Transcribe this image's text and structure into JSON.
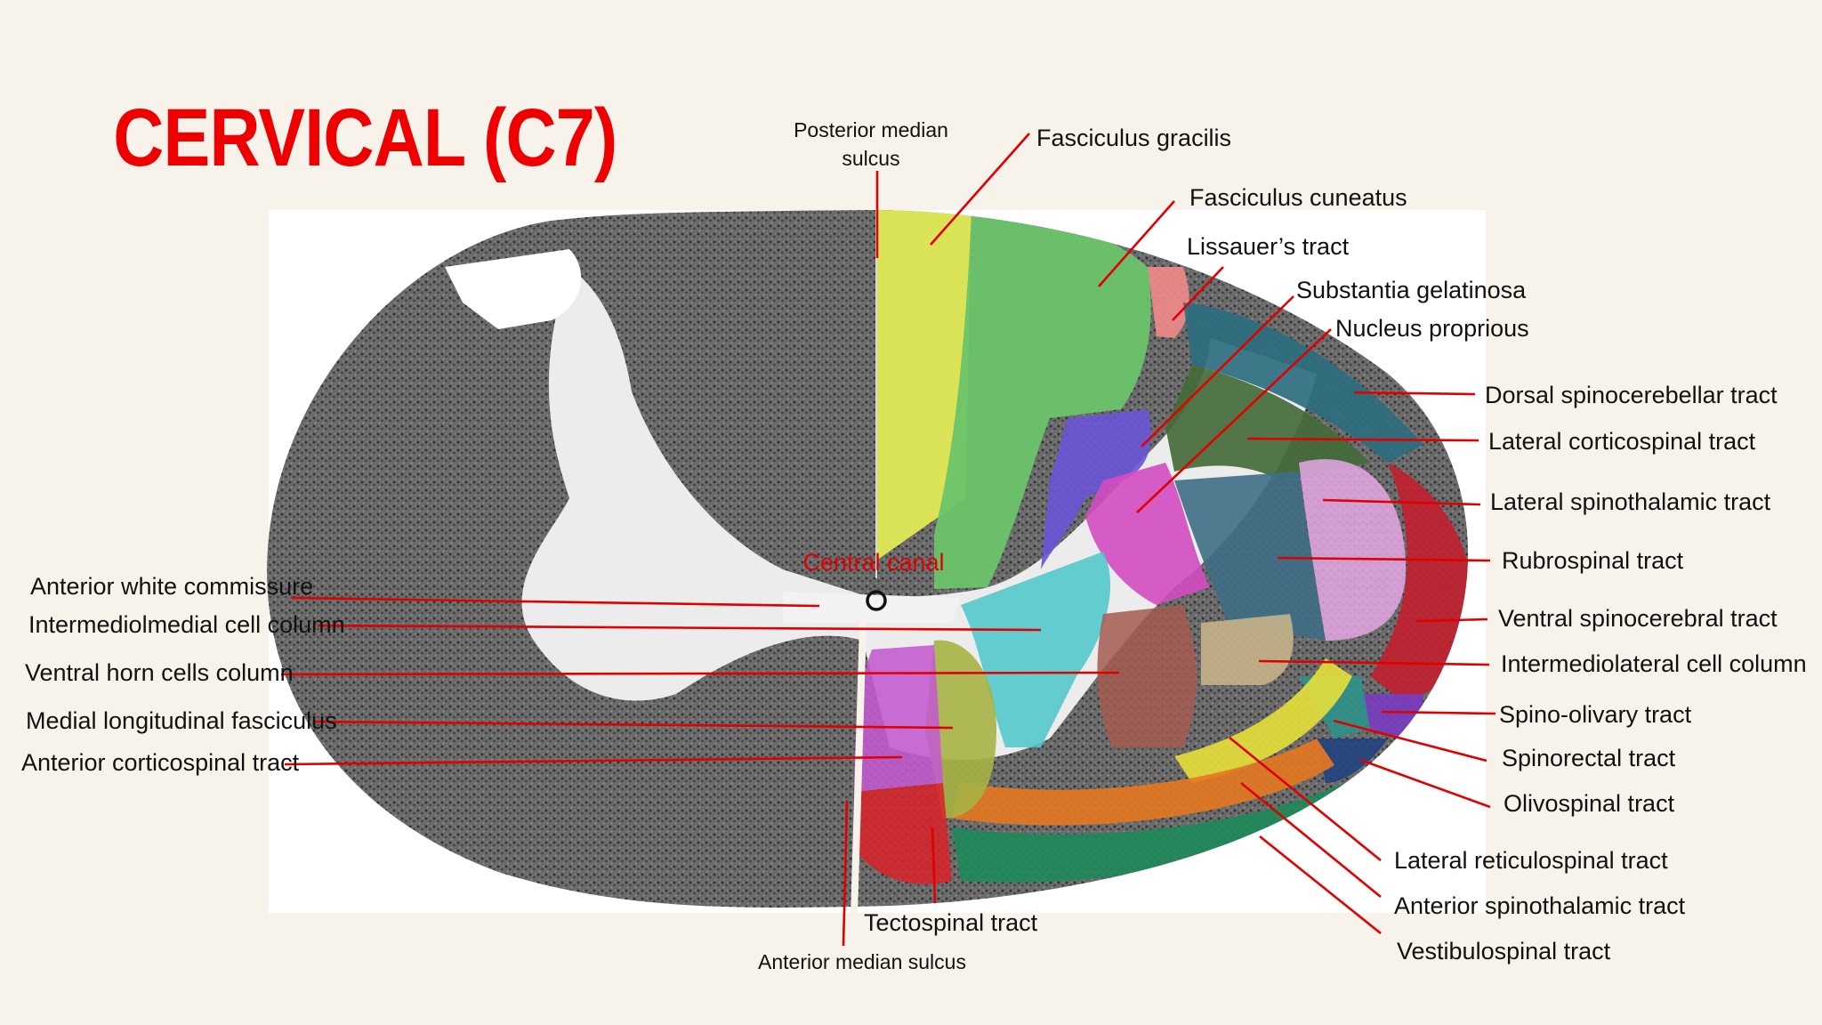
{
  "title": "CERVICAL (C7)",
  "colors": {
    "background": "#f8f3ea",
    "title": "#ee0000",
    "leader": "#e00000",
    "label": "#111111",
    "tissue": "#5e5e5e",
    "grey_matter": "#ebebeb"
  },
  "labels": {
    "posterior_median_sulcus": [
      "Posterior median",
      "sulcus"
    ],
    "fasciculus_gracilis": "Fasciculus gracilis",
    "fasciculus_cuneatus": "Fasciculus cuneatus",
    "lissauers_tract": "Lissauer’s tract",
    "substantia_gelatinosa": "Substantia gelatinosa",
    "nucleus_proprius": "Nucleus proprious",
    "dorsal_spinocerebellar": "Dorsal spinocerebellar tract",
    "lateral_corticospinal": "Lateral corticospinal tract",
    "lateral_spinothalamic": "Lateral spinothalamic tract",
    "rubrospinal": "Rubrospinal tract",
    "ventral_spinocerebral": "Ventral spinocerebral tract",
    "intermediolateral": "Intermediolateral cell column",
    "spino_olivary": "Spino-olivary tract",
    "spinorectal": "Spinorectal tract",
    "olivospinal": "Olivospinal tract",
    "lateral_reticulospinal": "Lateral reticulospinal tract",
    "anterior_spinothalamic": "Anterior spinothalamic tract",
    "vestibulospinal": "Vestibulospinal tract",
    "tectospinal": "Tectospinal tract",
    "anterior_median_sulcus": "Anterior median sulcus",
    "central_canal": "Central canal",
    "anterior_white_commissure": "Anterior white commissure",
    "intermediomedial": "Intermediolmedial cell column",
    "ventral_horn_cells": "Ventral horn cells column",
    "medial_longitudinal": "Medial longitudinal fasciculus",
    "anterior_corticospinal": "Anterior corticospinal tract"
  },
  "tract_colors": {
    "fasciculus_gracilis": "#e2ea55",
    "fasciculus_cuneatus": "#6cc46a",
    "lissauers_tract": "#f28b8b",
    "dorsal_spinocerebellar": "#2e6e80",
    "lateral_corticospinal": "#456b3a",
    "substantia_gelatinosa": "#6a55d6",
    "nucleus_proprius": "#d14cc0",
    "lateral_spinothalamic": "#e5a8e5",
    "ventral_spinocerebral": "#c2202f",
    "rubrospinal": "#3e6e86",
    "intermediomedial": "#4fc7c9",
    "ventral_horn": "#a55a50",
    "intermediolateral": "#c7b28a",
    "spino_olivary": "#7a3cc0",
    "spinorectal": "#2d9488",
    "olivospinal": "#24447f",
    "lateral_reticulospinal": "#e7e03b",
    "anterior_spinothalamic": "#e77820",
    "vestibulospinal": "#1e8a5a",
    "medial_longitudinal": "#a7b345",
    "anterior_corticospinal": "#c35ad0",
    "tectospinal": "#d6242a"
  }
}
